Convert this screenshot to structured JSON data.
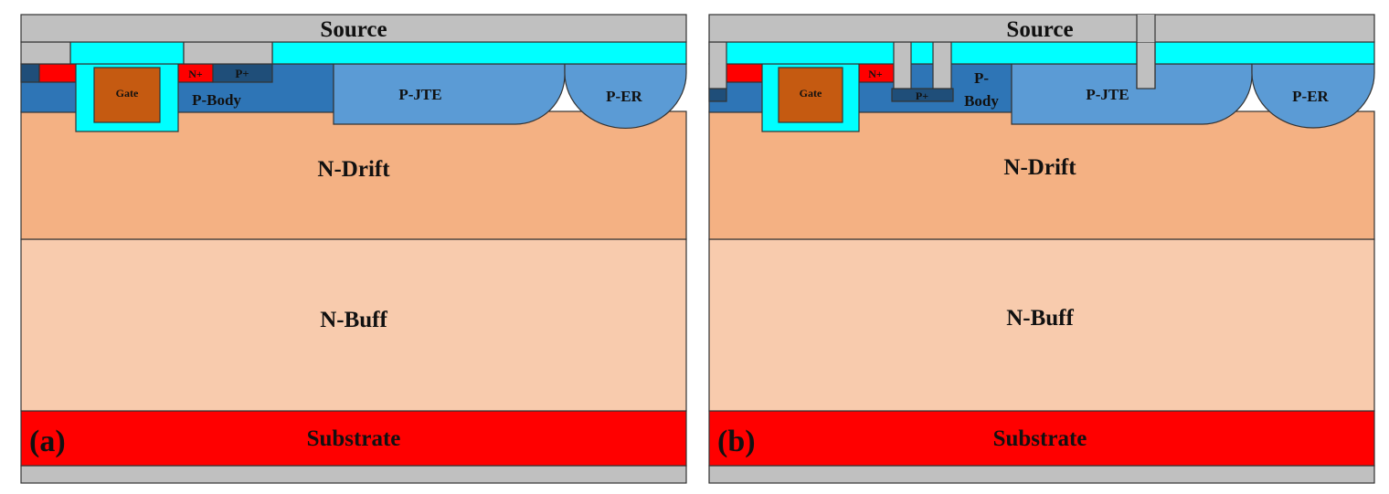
{
  "colors": {
    "metal": "#c0c0c0",
    "oxide": "#00ffff",
    "n_plus": "#ff0000",
    "p_body": "#2e75b6",
    "p_plus": "#1f4e79",
    "p_jte": "#5b9bd5",
    "gate": "#c55a11",
    "n_drift": "#f4b183",
    "n_buff": "#f8cbad",
    "substrate": "#ff0000"
  },
  "panel_a": {
    "label": "(a)",
    "source": "Source",
    "gate": "Gate",
    "n_plus": "N+",
    "p_plus": "P+",
    "p_body": "P-Body",
    "p_jte": "P-JTE",
    "p_er": "P-ER",
    "n_drift": "N-Drift",
    "n_buff": "N-Buff",
    "substrate": "Substrate"
  },
  "panel_b": {
    "label": "(b)",
    "source": "Source",
    "gate": "Gate",
    "n_plus": "N+",
    "p_plus": "P+",
    "p_body_line1": "P-",
    "p_body_line2": "Body",
    "p_jte": "P-JTE",
    "p_er": "P-ER",
    "n_drift": "N-Drift",
    "n_buff": "N-Buff",
    "substrate": "Substrate"
  }
}
